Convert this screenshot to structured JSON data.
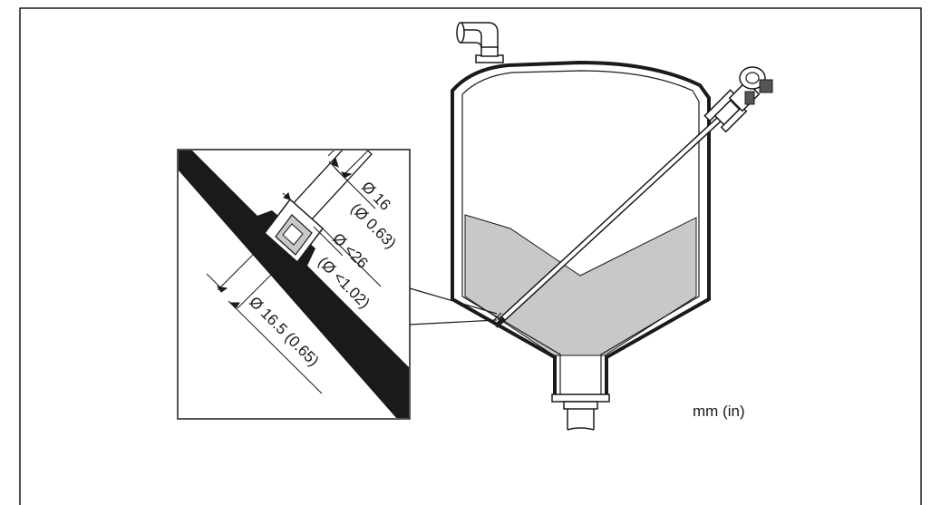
{
  "units_label": "mm (in)",
  "dimensions": {
    "rod_diameter": "Ø 16",
    "rod_diameter_in": "(Ø 0.63)",
    "nozzle_diameter": "Ø <26",
    "nozzle_diameter_in": "(Ø <1.02)",
    "hole_diameter": "Ø 16.5 (0.65)"
  },
  "colors": {
    "line": "#1a1a1a",
    "product_fill": "#c8c8c8",
    "wall": "#1a1a1a",
    "background": "#ffffff"
  }
}
